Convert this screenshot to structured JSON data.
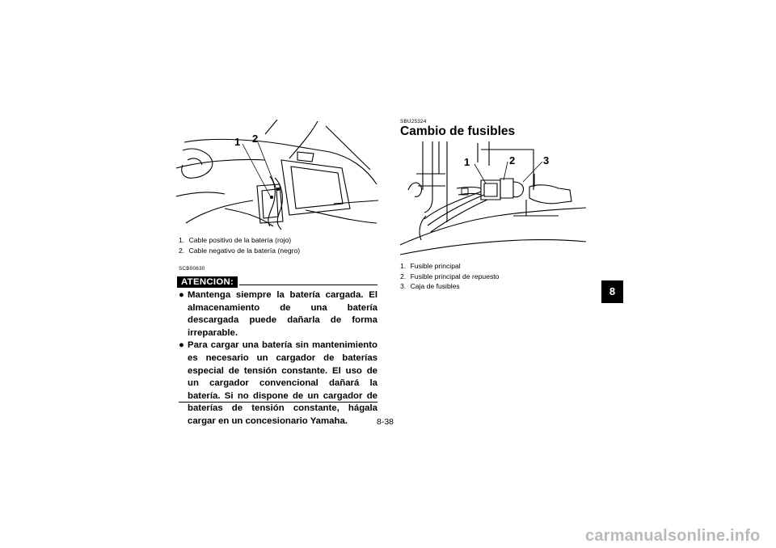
{
  "left": {
    "figure": {
      "callouts": [
        "1",
        "2"
      ]
    },
    "captions": [
      {
        "num": "1.",
        "text": "Cable positivo de la batería (rojo)"
      },
      {
        "num": "2.",
        "text": "Cable negativo de la batería (negro)"
      }
    ],
    "code": "SCB00630",
    "attention_label": "ATENCION:",
    "bullets": [
      {
        "marker": "●",
        "text": "Mantenga siempre la batería cargada. El almacenamiento de una batería descargada puede dañarla de forma irreparable."
      },
      {
        "marker": "●",
        "text": "Para cargar una batería sin mantenimiento es necesario un cargador de baterías especial de tensión constante. El uso de un cargador convencional dañará la batería. Si no dispone de un cargador de baterías de tensión constante, hágala cargar en un concesionario Yamaha."
      }
    ]
  },
  "right": {
    "code": "SBU25324",
    "heading": "Cambio de fusibles",
    "figure": {
      "callouts": [
        "1",
        "2",
        "3"
      ]
    },
    "captions": [
      {
        "num": "1.",
        "text": "Fusible principal"
      },
      {
        "num": "2.",
        "text": "Fusible principal de repuesto"
      },
      {
        "num": "3.",
        "text": "Caja de fusibles"
      }
    ]
  },
  "chapter_tab": "8",
  "page_number": "8-38",
  "watermark": "carmanualsonline.info"
}
